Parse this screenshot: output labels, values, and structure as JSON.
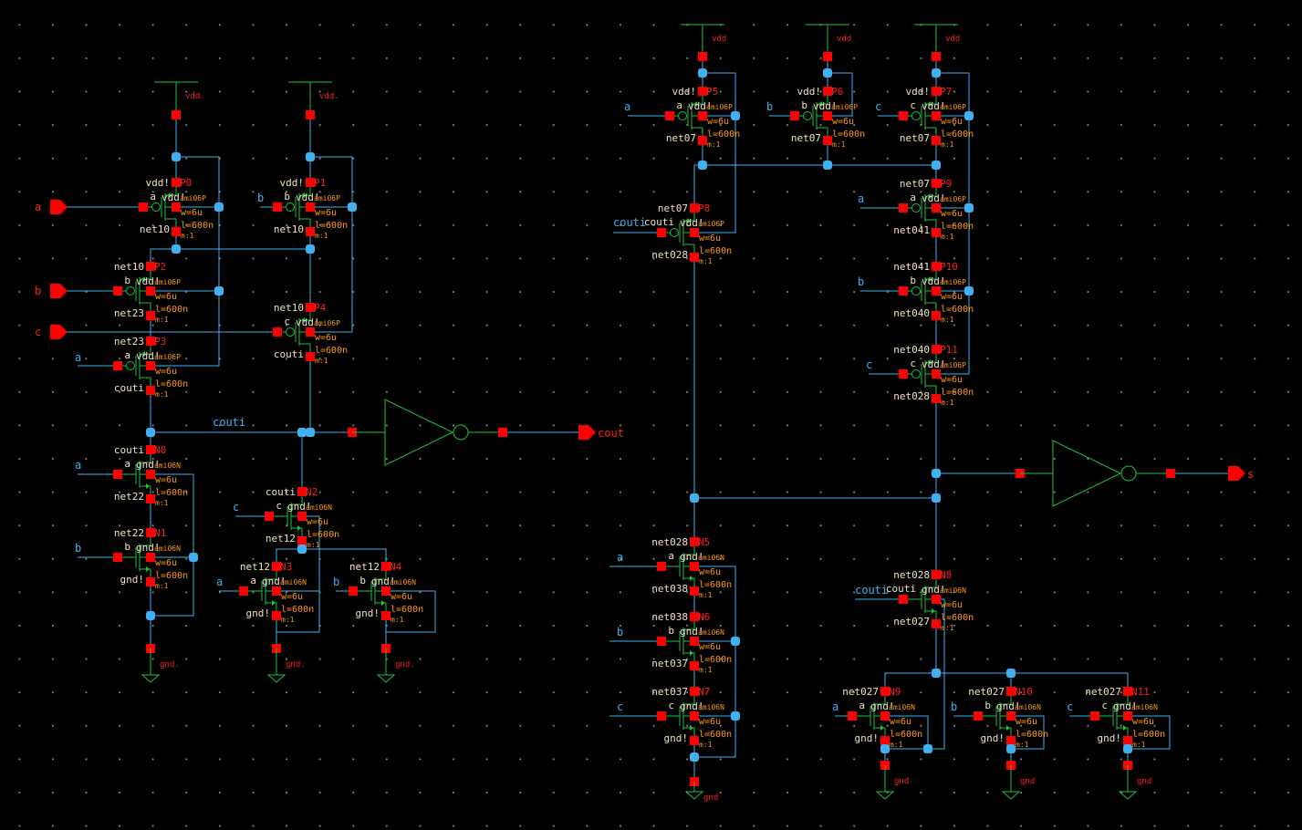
{
  "colors": {
    "background": "#000000",
    "wire": "#40b0f0",
    "symbol": "#20c040",
    "pin": "#ff0000",
    "param": "#ff9a10",
    "instance_text": "#f2e2c4"
  },
  "supplies": {
    "vdd_left": "vdd.",
    "gnd_left": "gnd.",
    "vdd_right": "vdd",
    "gnd_right": "gnd"
  },
  "pins": {
    "inputs": [
      "a",
      "b",
      "c"
    ],
    "outputs": [
      "cout",
      "s"
    ]
  },
  "net_labels": {
    "couti": "couti",
    "a": "a",
    "b": "b",
    "c": "c"
  },
  "transistors": [
    {
      "name": "P0",
      "model": "ami06P",
      "gate": "a",
      "top": "vdd!",
      "bottom": "net10",
      "bulk": "vdd!",
      "w": "w=6u",
      "l": "l=600n",
      "m": "m:1"
    },
    {
      "name": "P1",
      "model": "ami06P",
      "gate": "b",
      "top": "vdd!",
      "bottom": "net10",
      "bulk": "vdd!",
      "w": "w=6u",
      "l": "l=600n",
      "m": "m:1"
    },
    {
      "name": "P2",
      "model": "ami06P",
      "gate": "b",
      "top": "net10",
      "bottom": "net23",
      "bulk": "vdd!",
      "w": "w=6u",
      "l": "l=600n",
      "m": "m:1"
    },
    {
      "name": "P3",
      "model": "ami06P",
      "gate": "a",
      "top": "net23",
      "bottom": "couti",
      "bulk": "vdd!",
      "w": "w=6u",
      "l": "l=600n",
      "m": "m:1"
    },
    {
      "name": "P4",
      "model": "ami06P",
      "gate": "c",
      "top": "net10",
      "bottom": "couti",
      "bulk": "vdd!",
      "w": "w=6u",
      "l": "l=600n",
      "m": "m:1"
    },
    {
      "name": "N0",
      "model": "ami06N",
      "gate": "a",
      "top": "couti",
      "bottom": "net22",
      "bulk": "gnd!",
      "w": "w=6u",
      "l": "l=600n",
      "m": "m:1"
    },
    {
      "name": "N1",
      "model": "ami06N",
      "gate": "b",
      "top": "net22",
      "bottom": "gnd!",
      "bulk": "gnd!",
      "w": "w=6u",
      "l": "l=600n",
      "m": "m:1"
    },
    {
      "name": "N2",
      "model": "ami06N",
      "gate": "c",
      "top": "couti",
      "bottom": "net12",
      "bulk": "gnd!",
      "w": "w=6u",
      "l": "l=600n",
      "m": "m:1"
    },
    {
      "name": "N3",
      "model": "ami06N",
      "gate": "a",
      "top": "net12",
      "bottom": "gnd!",
      "bulk": "gnd!",
      "w": "w=6u",
      "l": "l=600n",
      "m": "m:1"
    },
    {
      "name": "N4",
      "model": "ami06N",
      "gate": "b",
      "top": "net12",
      "bottom": "gnd!",
      "bulk": "gnd!",
      "w": "w=6u",
      "l": "l=600n",
      "m": "m:1"
    },
    {
      "name": "P5",
      "model": "ami06P",
      "gate": "a",
      "top": "vdd!",
      "bottom": "net07",
      "bulk": "vdd!",
      "w": "w=6u",
      "l": "l=600n",
      "m": "m:1"
    },
    {
      "name": "P6",
      "model": "ami06P",
      "gate": "b",
      "top": "vdd!",
      "bottom": "net07",
      "bulk": "vdd!",
      "w": "w=6u",
      "l": "l=600n",
      "m": "m:1"
    },
    {
      "name": "P7",
      "model": "ami06P",
      "gate": "c",
      "top": "vdd!",
      "bottom": "net07",
      "bulk": "vdd!",
      "w": "w=6u",
      "l": "l=600n",
      "m": "m:1"
    },
    {
      "name": "P8",
      "model": "ami06P",
      "gate": "couti",
      "top": "net07",
      "bottom": "net028",
      "bulk": "vdd!",
      "w": "w=6u",
      "l": "l=600n",
      "m": "m:1"
    },
    {
      "name": "P9",
      "model": "ami06P",
      "gate": "a",
      "top": "net07",
      "bottom": "net041",
      "bulk": "vdd!",
      "w": "w=6u",
      "l": "l=600n",
      "m": "m:1"
    },
    {
      "name": "P10",
      "model": "ami06P",
      "gate": "b",
      "top": "net041",
      "bottom": "net040",
      "bulk": "vdd!",
      "w": "w=6u",
      "l": "l=600n",
      "m": "m:1"
    },
    {
      "name": "P11",
      "model": "ami06P",
      "gate": "c",
      "top": "net040",
      "bottom": "net028",
      "bulk": "vdd!",
      "w": "w=6u",
      "l": "l=600n",
      "m": "m:1"
    },
    {
      "name": "N5",
      "model": "ami06N",
      "gate": "a",
      "top": "net028",
      "bottom": "net038",
      "bulk": "gnd!",
      "w": "w=6u",
      "l": "l=600n",
      "m": "m:1"
    },
    {
      "name": "N6",
      "model": "ami06N",
      "gate": "b",
      "top": "net038",
      "bottom": "net037",
      "bulk": "gnd!",
      "w": "w=6u",
      "l": "l=600n",
      "m": "m:1"
    },
    {
      "name": "N7",
      "model": "ami06N",
      "gate": "c",
      "top": "net037",
      "bottom": "gnd!",
      "bulk": "gnd!",
      "w": "w=6u",
      "l": "l=600n",
      "m": "m:1"
    },
    {
      "name": "N8",
      "model": "ami06N",
      "gate": "couti",
      "top": "net028",
      "bottom": "net027",
      "bulk": "gnd!",
      "w": "w=6u",
      "l": "l=600n",
      "m": "m:1"
    },
    {
      "name": "N9",
      "model": "ami06N",
      "gate": "a",
      "top": "net027",
      "bottom": "gnd!",
      "bulk": "gnd!",
      "w": "w=6u",
      "l": "l=600n",
      "m": "m:1"
    },
    {
      "name": "N10",
      "model": "ami06N",
      "gate": "b",
      "top": "net027",
      "bottom": "gnd!",
      "bulk": "gnd!",
      "w": "w=6u",
      "l": "l=600n",
      "m": "m:1"
    },
    {
      "name": "N11",
      "model": "ami06N",
      "gate": "c",
      "top": "net027",
      "bottom": "gnd!",
      "bulk": "gnd!",
      "w": "w=6u",
      "l": "l=600n",
      "m": "m:1"
    }
  ]
}
